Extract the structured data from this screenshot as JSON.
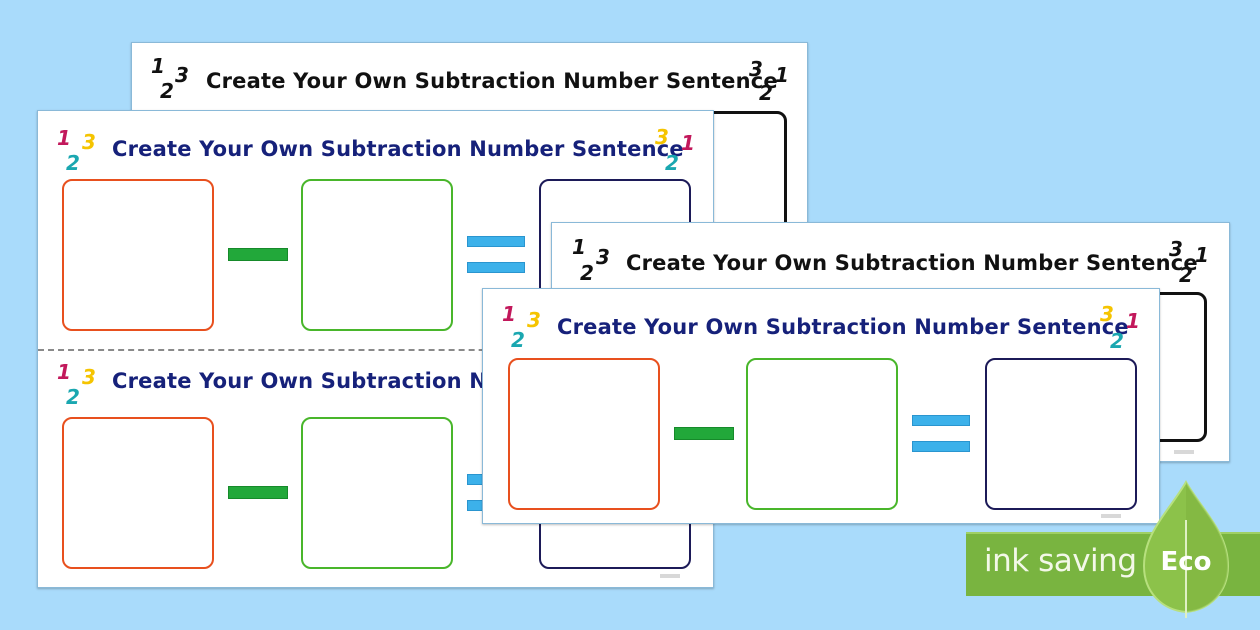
{
  "worksheet": {
    "title": "Create Your Own Subtraction Number Sentence",
    "left_numbers": [
      "1",
      "2",
      "3"
    ],
    "right_numbers": [
      "3",
      "2",
      "1"
    ]
  },
  "badge": {
    "text": "ink saving",
    "label": "Eco"
  },
  "colors": {
    "background": "#a9dbfb",
    "title_blue": "#16217a",
    "digit_pink": "#c2185b",
    "digit_teal": "#1aa7b0",
    "digit_yellow": "#f5c400",
    "box_orange": "#e8501e",
    "box_green": "#49b62b",
    "box_navy": "#1c1a58",
    "minus_green": "#22a83a",
    "equals_blue": "#3cb1ea",
    "eco_green": "#79b440"
  }
}
